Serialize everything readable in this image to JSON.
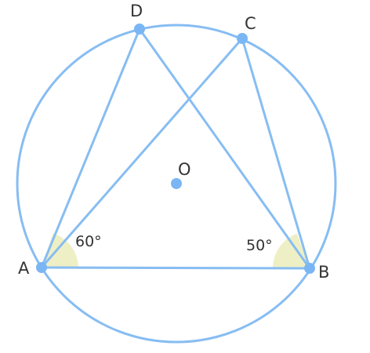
{
  "diagram": {
    "points": {
      "A": "A",
      "B": "B",
      "C": "C",
      "D": "D",
      "O": "O"
    },
    "angles": {
      "at_A": "60°",
      "at_B": "50°"
    },
    "colors": {
      "line": "#87bdf2",
      "point": "#7ab6f4",
      "angle_fill": "#efefc5",
      "text": "#333333"
    }
  }
}
